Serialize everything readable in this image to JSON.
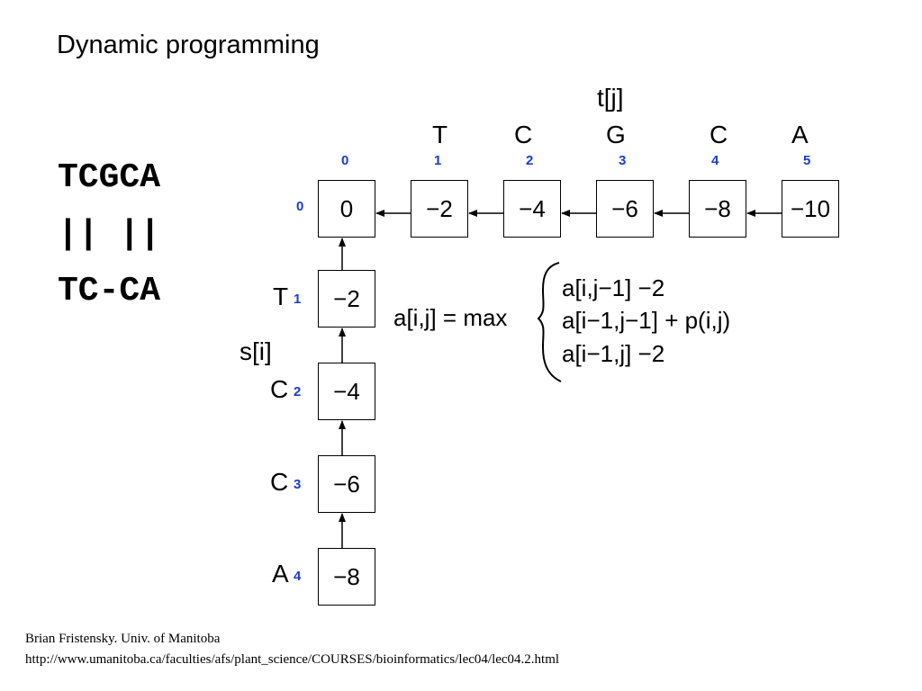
{
  "slide": {
    "title": "Dynamic programming"
  },
  "alignment": {
    "top": "TCGCA",
    "middle": "|| ||",
    "bottom": "TC-CA"
  },
  "matrix": {
    "t_label": "t[j]",
    "s_label": "s[i]",
    "t_letters": [
      "T",
      "C",
      "G",
      "C",
      "A"
    ],
    "column_indices": [
      "0",
      "1",
      "2",
      "3",
      "4",
      "5"
    ],
    "row_indices": [
      "0",
      "1",
      "2",
      "3",
      "4"
    ],
    "s_letters": [
      "T",
      "C",
      "C",
      "A"
    ],
    "top_row_values": [
      "0",
      "−2",
      "−4",
      "−6",
      "−8",
      "−10"
    ],
    "left_column_values": [
      "−2",
      "−4",
      "−6",
      "−8"
    ]
  },
  "formula": {
    "lhs": "a[i,j] = max",
    "cases": [
      "a[i,j−1] −2",
      "a[i−1,j−1] + p(i,j)",
      "a[i−1,j] −2"
    ]
  },
  "footer": {
    "credit": "Brian Fristensky.  Univ. of Manitoba",
    "url": "http://www.umanitoba.ca/faculties/afs/plant_science/COURSES/bioinformatics/lec04/lec04.2.html"
  }
}
